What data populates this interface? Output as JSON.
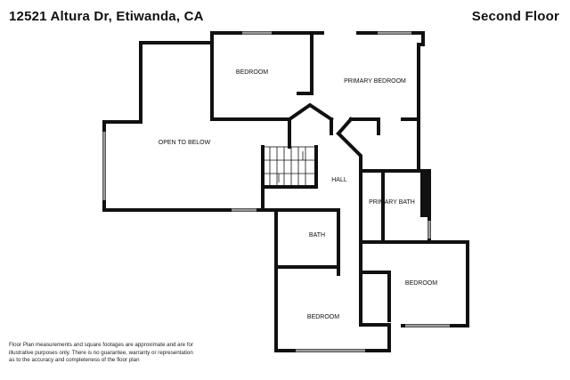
{
  "header": {
    "address": "12521 Altura Dr, Etiwanda, CA",
    "floor": "Second Floor"
  },
  "rooms": {
    "bedroom_top": "BEDROOM",
    "primary_bedroom": "PRIMARY BEDROOM",
    "open_to_below": "OPEN TO BELOW",
    "hall": "HALL",
    "primary_bath": "PRIMARY BATH",
    "bath": "BATH",
    "bedroom_right": "BEDROOM",
    "bedroom_bottom": "BEDROOM"
  },
  "disclaimer": {
    "line1": "Floor Plan measurements and square footages are approximate and are for",
    "line2": "illustrative purposes only. There is no guarantee, warranty or representation",
    "line3": "as to the accuracy and completeness of the floor plan"
  },
  "colors": {
    "wall": "#111111",
    "window": "#9a9a9a",
    "background": "#ffffff"
  }
}
